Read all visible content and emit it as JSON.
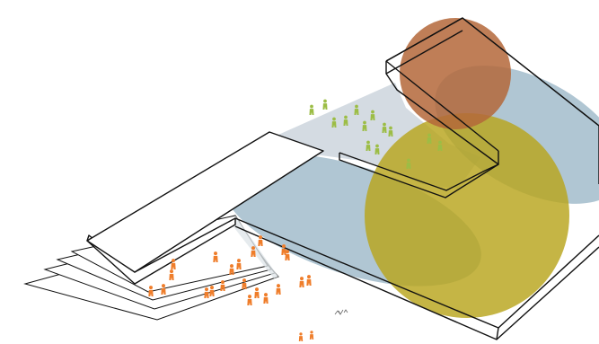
{
  "diagram": {
    "kind": "axonometric-site-diagram",
    "colors": {
      "background": "#ffffff",
      "outline": "#111111",
      "plaza_fill": "#d4dbe2",
      "blue_zone": "#8eaec0",
      "olive_zone": "#b8a51c",
      "brown_zone": "#b4673a",
      "people_green": "#9cbd45",
      "people_orange": "#ef7d2a"
    },
    "zones": [
      {
        "name": "blue-zone-left",
        "color": "#8eaec0",
        "opacity": 0.7
      },
      {
        "name": "blue-zone-right",
        "color": "#8eaec0",
        "opacity": 0.7
      },
      {
        "name": "olive-zone",
        "color": "#b8a51c",
        "opacity": 0.82
      },
      {
        "name": "brown-zone",
        "color": "#b4673a",
        "opacity": 0.85
      }
    ],
    "people_groups": [
      {
        "name": "green-people",
        "color": "#9cbd45"
      },
      {
        "name": "orange-people",
        "color": "#ef7d2a"
      }
    ]
  }
}
